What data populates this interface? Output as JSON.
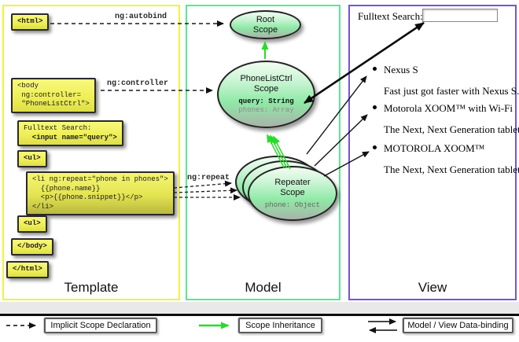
{
  "colors": {
    "template_border": "#f2f23a",
    "model_border": "#57e88e",
    "view_border": "#7156d6",
    "code_box_fill": "#efef58",
    "scope_fill": "#8fe9a6",
    "inheritance_arrow_green": "#2bd92b"
  },
  "template_column": {
    "label": "Template",
    "html_open": "<html>",
    "body_open": "<body\n ng:controller=\n \"PhoneListCtrl\">",
    "fulltext_label": "Fulltext Search:",
    "fulltext_input": "  <input name=\"query\">",
    "ul_open": "<ul>",
    "li_repeat": "<li ng:repeat=\"phone in phones\">\n  {{phone.name}}\n  <p>{{phone.snippet}}</p>\n</li>",
    "ul_close": "<ul>",
    "body_close": "</body>",
    "html_close": "</html>"
  },
  "arrow_labels": {
    "autobind": "ng:autobind",
    "controller": "ng:controller",
    "repeat": "ng:repeat"
  },
  "model_column": {
    "label": "Model",
    "root_scope_title": "Root\nScope",
    "phonelist_title": "PhoneListCtrl\nScope",
    "phonelist_prop_query": "query: String",
    "phonelist_prop_phones": "phones: Array",
    "repeater_title": "Repeater\nScope",
    "repeater_prop_phone": "phone: Object"
  },
  "view_column": {
    "label": "View",
    "search_label": "Fulltext Search:",
    "search_value": "",
    "items": [
      {
        "title": "Nexus S",
        "desc": "Fast just got faster with Nexus S."
      },
      {
        "title": "Motorola XOOM™ with Wi-Fi",
        "desc": "The Next, Next Generation tablet."
      },
      {
        "title": "MOTOROLA XOOM™",
        "desc": "The Next, Next Generation tablet."
      }
    ]
  },
  "legend": {
    "implicit_label": "Implicit Scope Declaration",
    "inheritance_label": "Scope Inheritance",
    "databinding_label": "Model / View Data-binding"
  }
}
